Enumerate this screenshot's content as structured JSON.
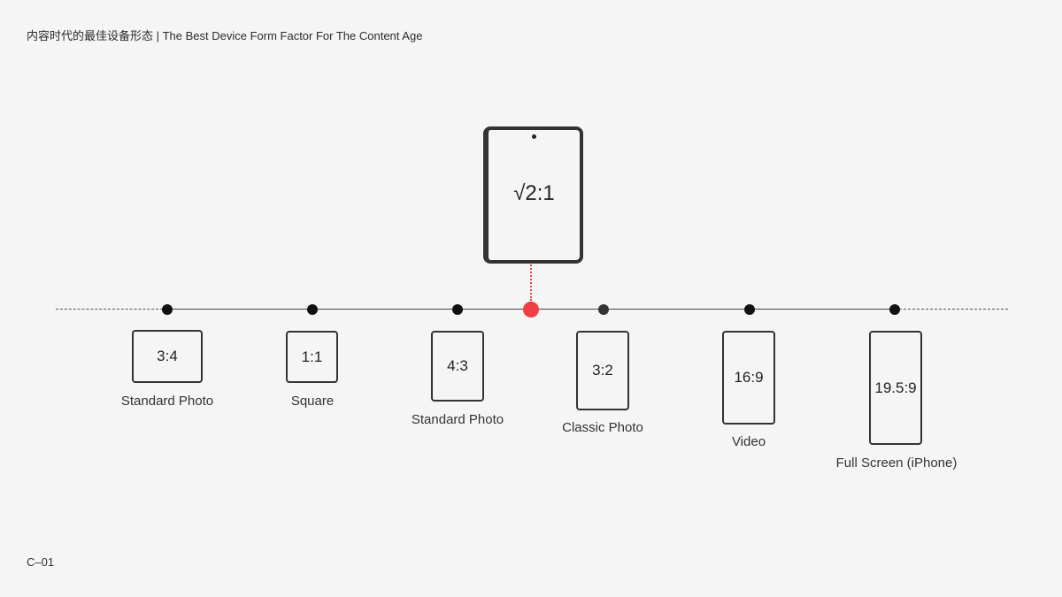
{
  "header": {
    "title": "内容时代的最佳设备形态 | The Best Device Form Factor For The Content Age"
  },
  "footer": {
    "code": "C–01"
  },
  "featured": {
    "ratio": "√2:1"
  },
  "formats": [
    {
      "ratio": "3:4",
      "label": "Standard Photo"
    },
    {
      "ratio": "1:1",
      "label": "Square"
    },
    {
      "ratio": "4:3",
      "label": "Standard Photo"
    },
    {
      "ratio": "3:2",
      "label": "Classic Photo"
    },
    {
      "ratio": "16:9",
      "label": "Video"
    },
    {
      "ratio": "19.5:9",
      "label": "Full Screen (iPhone)"
    }
  ],
  "colors": {
    "background": "#f5f5f5",
    "highlight": "#ef3f44",
    "line": "#444444"
  }
}
